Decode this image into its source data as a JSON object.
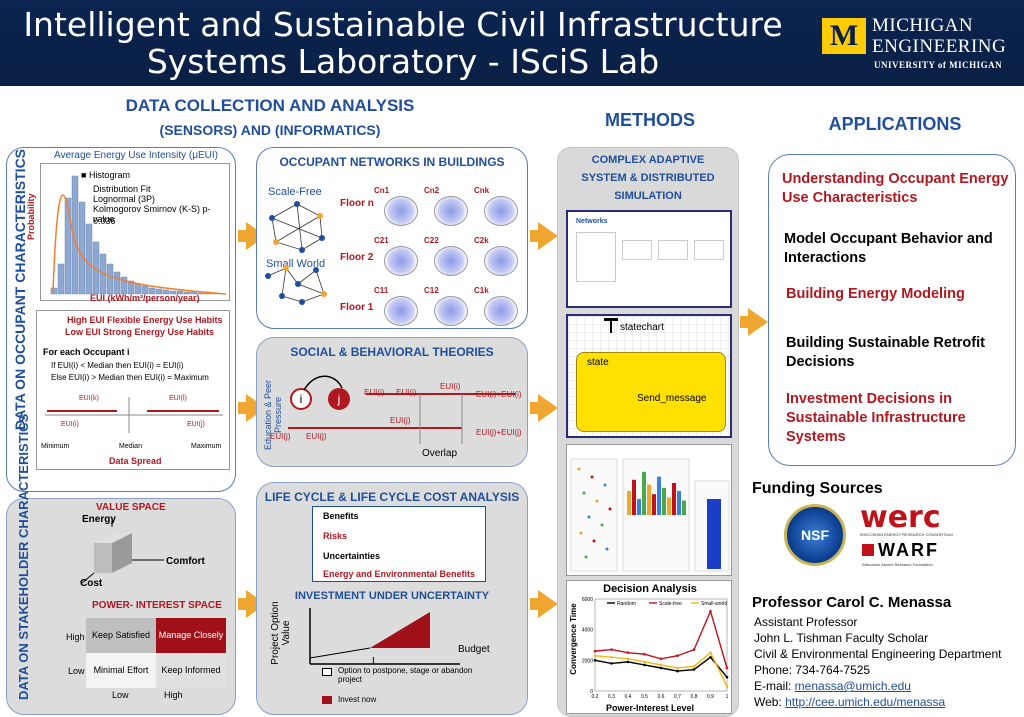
{
  "header": {
    "title_line1": "Intelligent and Sustainable Civil Infrastructure",
    "title_line2": "Systems Laboratory - ISciS Lab",
    "logo_mark": "M",
    "logo_line1": "MICHIGAN",
    "logo_line2": "ENGINEERING",
    "logo_line3": "UNIVERSITY of MICHIGAN"
  },
  "sections": {
    "data_heading": "DATA COLLECTION AND ANALYSIS",
    "data_subheading": "(SENSORS) AND (INFORMATICS)",
    "methods_heading": "METHODS",
    "apps_heading": "APPLICATIONS"
  },
  "occupant": {
    "side_label": "DATA ON OCCUPANT CHARACTERISTICS",
    "chart_title": "Average Energy Use Intensity (μEUI)",
    "legend_hist": "Histogram",
    "legend_fit": "Distribution Fit",
    "legend_fit2": "Lognormal (3P)",
    "legend_ks": "Kolmogorov Smirnov (K-S) p-value",
    "legend_ks_val": "0.036",
    "ylabel": "Probability",
    "xlabel": "EUI (kWh/m²/person/year)",
    "habit_high": "High EUI Flexible Energy Use Habits",
    "habit_low": "Low EUI Strong Energy Use Habits",
    "foreach": "For each Occupant i",
    "rule1": "If EUI(i) < Median then EUI(i) = EUI(i)",
    "rule2": "Else EUI(i) > Median then EUI(i) = Maximum",
    "min_label": "Minimum",
    "median_label": "Median",
    "max_label": "Maximum",
    "spread_label": "Data Spread",
    "eui_a": "EUI(k)",
    "eui_b": "EUI(l)",
    "eui_c": "EUI(i)",
    "eui_d": "EUI(j)"
  },
  "stakeholder": {
    "side_label": "DATA ON STAKEHOLDER CHARACTERISTICS",
    "value_space": "VALUE SPACE",
    "energy": "Energy",
    "comfort": "Comfort",
    "cost": "Cost",
    "pi_space": "POWER- INTEREST SPACE",
    "high": "High",
    "low": "Low",
    "cell_keep_satisfied": "Keep Satisfied",
    "cell_manage_closely": "Manage Closely",
    "cell_minimal": "Minimal Effort",
    "cell_informed": "Keep Informed",
    "x_low": "Low",
    "x_high": "High"
  },
  "networks": {
    "title": "OCCUPANT NETWORKS IN BUILDINGS",
    "scale_free": "Scale-Free",
    "small_world": "Small World",
    "floor_n": "Floor n",
    "floor_2": "Floor 2",
    "floor_1": "Floor 1",
    "cells": [
      "Cn1",
      "Cn2",
      "Cnk",
      "C21",
      "C22",
      "C2k",
      "C11",
      "C12",
      "C1k"
    ]
  },
  "social": {
    "title": "SOCIAL & BEHAVIORAL THEORIES",
    "side_label": "Education & Peer Pressure",
    "node_i": "i",
    "node_j": "j",
    "eq1a": "EUI(i)",
    "eq1b": "EUI(i)",
    "eq_top": "EUI(i)",
    "eq_right": "EUI(i)+EUI(i)",
    "eq2a": "EUI(j)",
    "eq2b": "EUI(j)",
    "eq_mid": "EUI(j)",
    "eq_right2": "EUI(j)+EUI(j)",
    "overlap": "Overlap"
  },
  "lifecycle": {
    "title": "LIFE CYCLE & LIFE CYCLE COST ANALYSIS",
    "items": [
      "Benefits",
      "Risks",
      "Uncertainties",
      "Energy and Environmental Benefits"
    ],
    "invest_title": "INVESTMENT UNDER UNCERTAINTY",
    "ylabel": "Project Option Value",
    "xlabel": "Budget",
    "tick": "I",
    "legend1": "Option to postpone, stage or abandon project",
    "legend2": "Invest now"
  },
  "methods": {
    "title1": "COMPLEX ADAPTIVE",
    "title2": "SYSTEM & DISTRIBUTED",
    "title3": "SIMULATION",
    "statechart": "statechart",
    "state": "state",
    "send": "Send_message",
    "networks_label": "Networks",
    "decision_title": "Decision Analysis",
    "decision_ylabel": "Convergence Time",
    "decision_xlabel": "Power-Interest Level",
    "legend": [
      "Random",
      "Scale-free",
      "Small-world"
    ]
  },
  "applications": {
    "items": [
      {
        "text": "Understanding Occupant Energy Use Characteristics",
        "color": "#b01820"
      },
      {
        "text": "Model Occupant Behavior and Interactions",
        "color": "#000000"
      },
      {
        "text": "Building Energy Modeling",
        "color": "#b01820"
      },
      {
        "text": "Building Sustainable Retrofit Decisions",
        "color": "#000000"
      },
      {
        "text": "Investment Decisions in Sustainable Infrastructure Systems",
        "color": "#b01820"
      }
    ]
  },
  "funding": {
    "title": "Funding Sources",
    "nsf": "NSF",
    "werc": "werc",
    "werc_sub": "WISCONSIN ENERGY RESEARCH CONSORTIUM",
    "warf": "WARF",
    "warf_sub": "Wisconsin Alumni Research Foundation"
  },
  "professor": {
    "name": "Professor Carol C. Menassa",
    "line1": "Assistant Professor",
    "line2": "John L. Tishman Faculty Scholar",
    "line3": "Civil & Environmental Engineering Department",
    "phone": "Phone: 734-764-7525",
    "email_label": "E-mail: ",
    "email": "menassa@umich.edu",
    "web_label": "Web:  ",
    "web": "http://cee.umich.edu/menassa"
  },
  "colors": {
    "navy": "#0a1f44",
    "maize": "#ffcb05",
    "blue": "#1f4e9c",
    "red": "#b01820",
    "orange": "#f0a732"
  },
  "chart_data": {
    "type": "line",
    "title": "Decision Analysis",
    "xlabel": "Power-Interest Level",
    "ylabel": "Convergence Time",
    "x": [
      0.2,
      0.3,
      0.4,
      0.5,
      0.6,
      0.7,
      0.8,
      0.9,
      1
    ],
    "ylim": [
      0,
      6000
    ],
    "series": [
      {
        "name": "Random",
        "values": [
          2000,
          1800,
          1900,
          1700,
          1500,
          1300,
          1400,
          2200,
          900
        ],
        "color": "#000000"
      },
      {
        "name": "Scale-free",
        "values": [
          2600,
          2700,
          2500,
          2400,
          2100,
          2300,
          2700,
          5200,
          1500
        ],
        "color": "#c0121b"
      },
      {
        "name": "Small-world",
        "values": [
          2300,
          2200,
          2100,
          1900,
          1700,
          1500,
          1600,
          2500,
          300
        ],
        "color": "#f0b81a"
      }
    ]
  }
}
